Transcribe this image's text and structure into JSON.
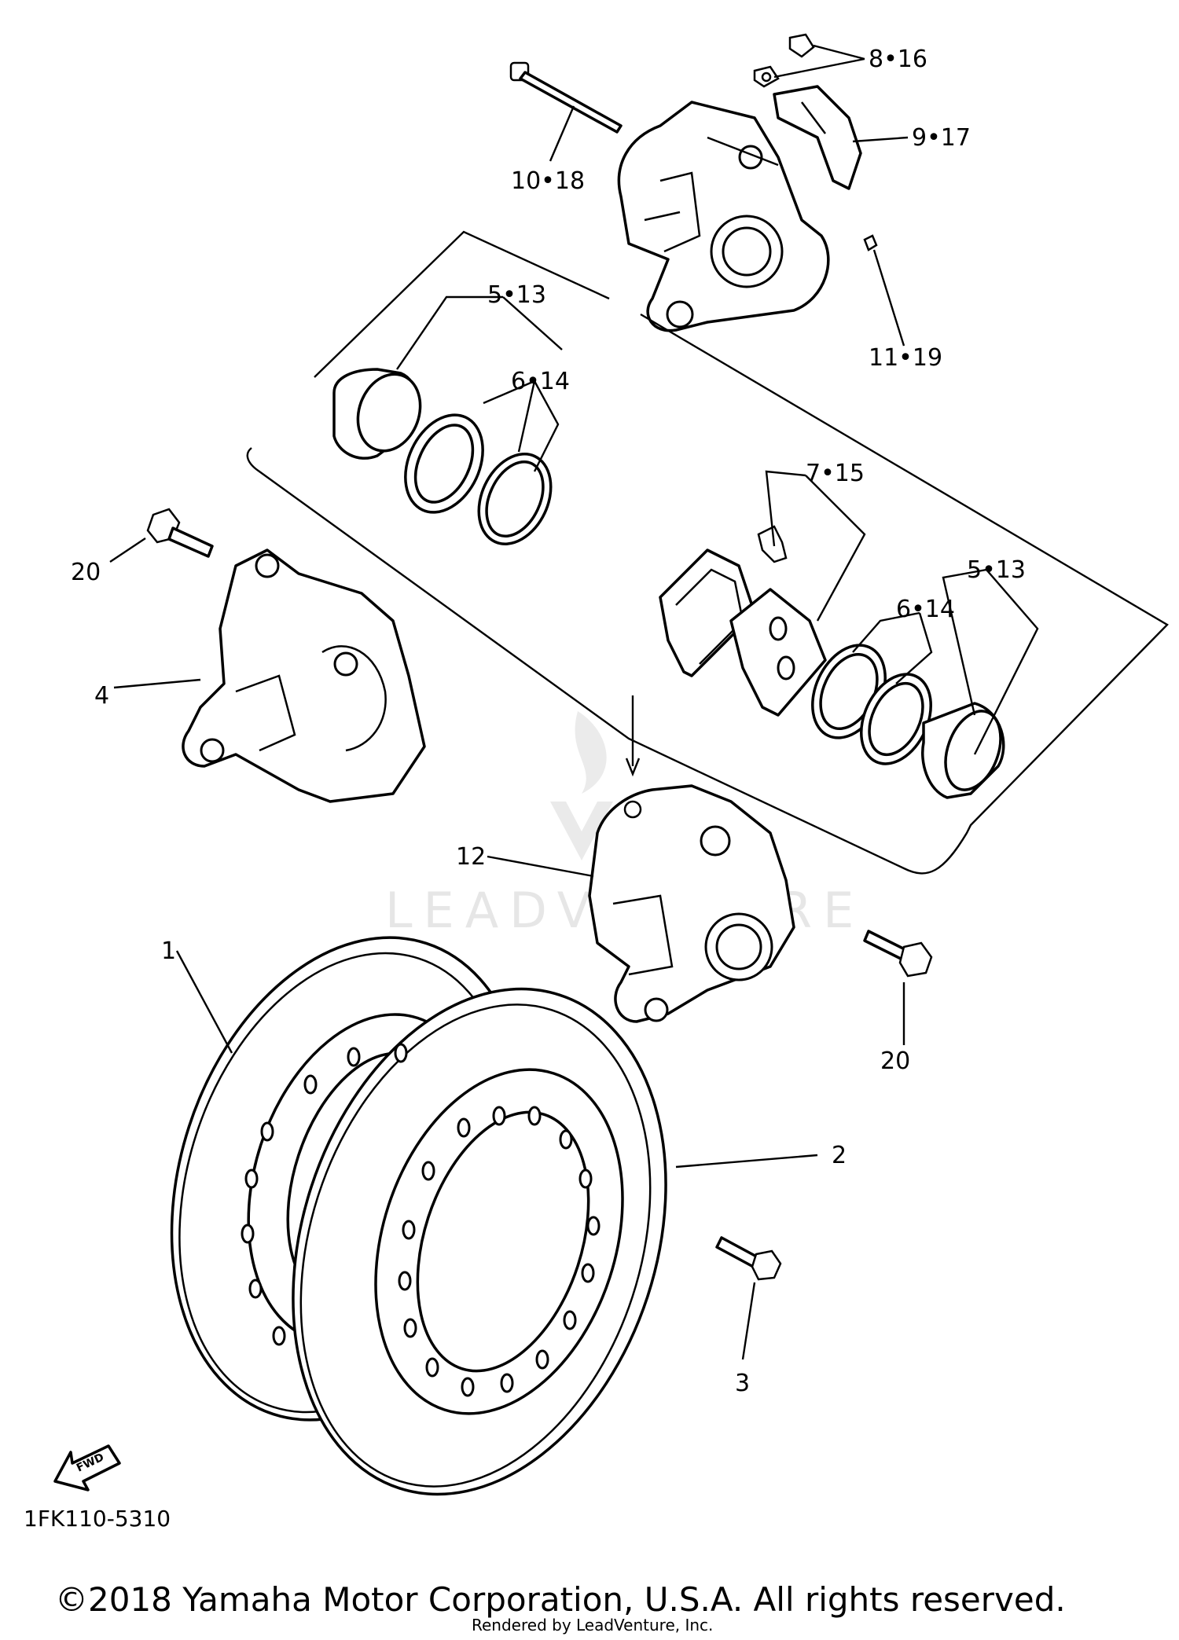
{
  "labels": {
    "p1": "1",
    "p2": "2",
    "p3": "3",
    "p4": "4",
    "p5_13_a": "5•13",
    "p5_13_b": "5•13",
    "p6_14_a": "6•14",
    "p6_14_b": "6•14",
    "p7_15": "7•15",
    "p8_16": "8•16",
    "p9_17": "9•17",
    "p10_18": "10•18",
    "p11_19": "11•19",
    "p12": "12",
    "p20_a": "20",
    "p20_b": "20"
  },
  "fwd_text": "FWD",
  "diagram_code": "1FK110-5310",
  "copyright": "©2018 Yamaha Motor Corporation, U.S.A. All rights reserved.",
  "rendered_by": "Rendered by LeadVenture, Inc.",
  "watermark": "LEADVENTURE"
}
